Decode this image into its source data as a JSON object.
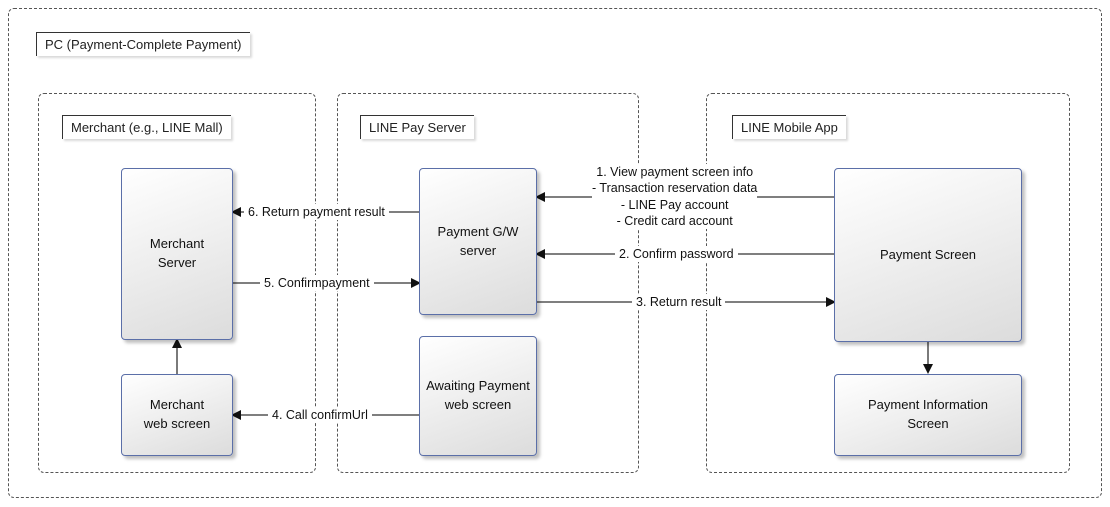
{
  "outer": {
    "title": "PC (Payment-Complete Payment)"
  },
  "merchant": {
    "title": "Merchant (e.g., LINE Mall)",
    "server": "Merchant\nServer",
    "web": "Merchant\nweb screen"
  },
  "linepay": {
    "title": "LINE Pay Server",
    "gw": "Payment G/W\nserver",
    "awaiting": "Awaiting Payment\nweb screen"
  },
  "mobile": {
    "title": "LINE Mobile App",
    "payment": "Payment Screen",
    "info": "Payment Information\nScreen"
  },
  "flows": {
    "step1": "1. View payment screen info\n- Transaction reservation data\n- LINE Pay account\n- Credit card account",
    "step2": "2. Confirm password",
    "step3": "3. Return result",
    "step4": "4. Call confirmUrl",
    "step5": "5. Confirmpayment",
    "step6": "6. Return payment result"
  }
}
